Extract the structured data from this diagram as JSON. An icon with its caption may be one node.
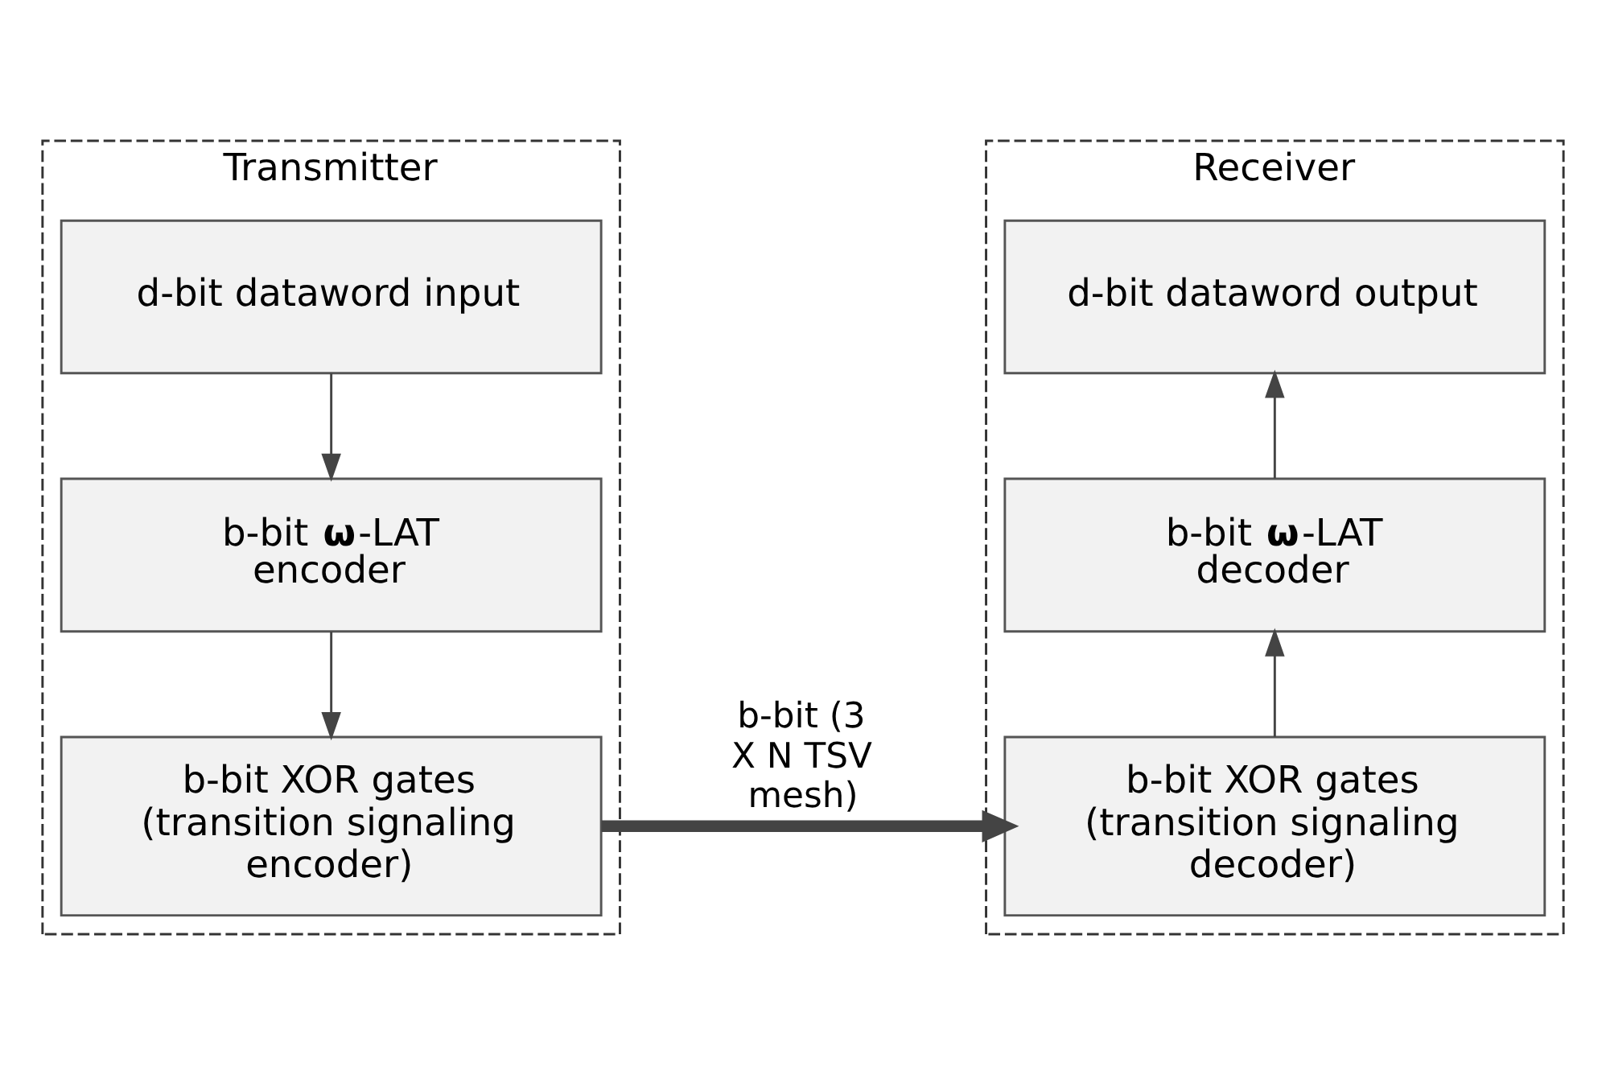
{
  "diagram": {
    "nodes": [
      {
        "text": [
          "Transmitter"
        ]
      },
      {
        "text": [
          "d-bit dataword input"
        ],
        "in": 0
      },
      {
        "text": [
          "b-bit **ω**-LAT encoder"
        ],
        "in": 0
      },
      {
        "text": [
          "b-bit XOR gates",
          "(transition signaling encoder)"
        ],
        "in": 0
      },
      {
        "text": [
          "Receiver"
        ]
      },
      {
        "text": [
          "d-bit dataword output"
        ],
        "in": 4
      },
      {
        "text": [
          "b-bit **ω**-LAT decoder"
        ],
        "in": 4
      },
      {
        "text": [
          "b-bit XOR gates",
          "(transition signaling decoder)"
        ],
        "in": 4
      }
    ],
    "edges": [
      {
        "from": 1,
        "to": 2,
        "arrow": "to"
      },
      {
        "from": 2,
        "to": 3,
        "arrow": "to"
      },
      {
        "from": 3,
        "to": 7,
        "arrow": "to",
        "style": "thick",
        "label": "b-bit (3 X N TSV mesh)"
      },
      {
        "from": 7,
        "to": 6,
        "arrow": "to"
      },
      {
        "from": 6,
        "to": 5,
        "arrow": "to"
      }
    ]
  }
}
